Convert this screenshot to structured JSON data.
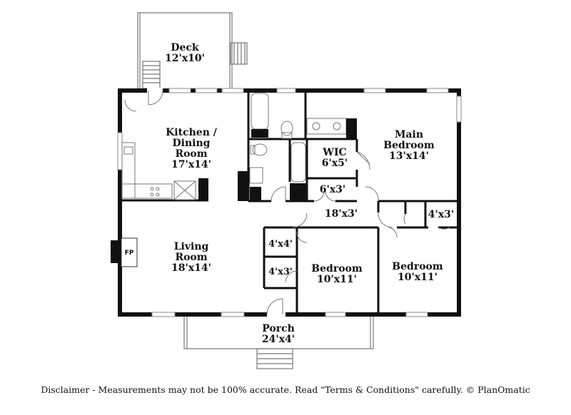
{
  "rooms": {
    "deck": {
      "name": "Deck",
      "size": "12'x10'"
    },
    "kitchen": {
      "name_line1": "Kitchen /",
      "name_line2": "Dining",
      "name_line3": "Room",
      "size": "17'x14'"
    },
    "main_bedroom": {
      "name_line1": "Main",
      "name_line2": "Bedroom",
      "size": "13'x14'"
    },
    "wic": {
      "name": "WIC",
      "size": "6'x5'"
    },
    "closet_6x3": {
      "size": "6'x3'"
    },
    "hall": {
      "size": "18'x3'"
    },
    "closet_4x3_right": {
      "size": "4'x3'"
    },
    "closet_4x4": {
      "size": "4'x4'"
    },
    "closet_4x3_left": {
      "size": "4'x3'"
    },
    "living": {
      "name_line1": "Living",
      "name_line2": "Room",
      "size": "18'x14'"
    },
    "bedroom_center": {
      "name": "Bedroom",
      "size": "10'x11'"
    },
    "bedroom_right": {
      "name": "Bedroom",
      "size": "10'x11'"
    },
    "porch": {
      "name": "Porch",
      "size": "24'x4'"
    },
    "fireplace": {
      "label": "FP"
    }
  },
  "disclaimer": "Disclaimer - Measurements may not be 100% accurate. Read \"Terms & Conditions\" carefully. © PlanOmatic"
}
